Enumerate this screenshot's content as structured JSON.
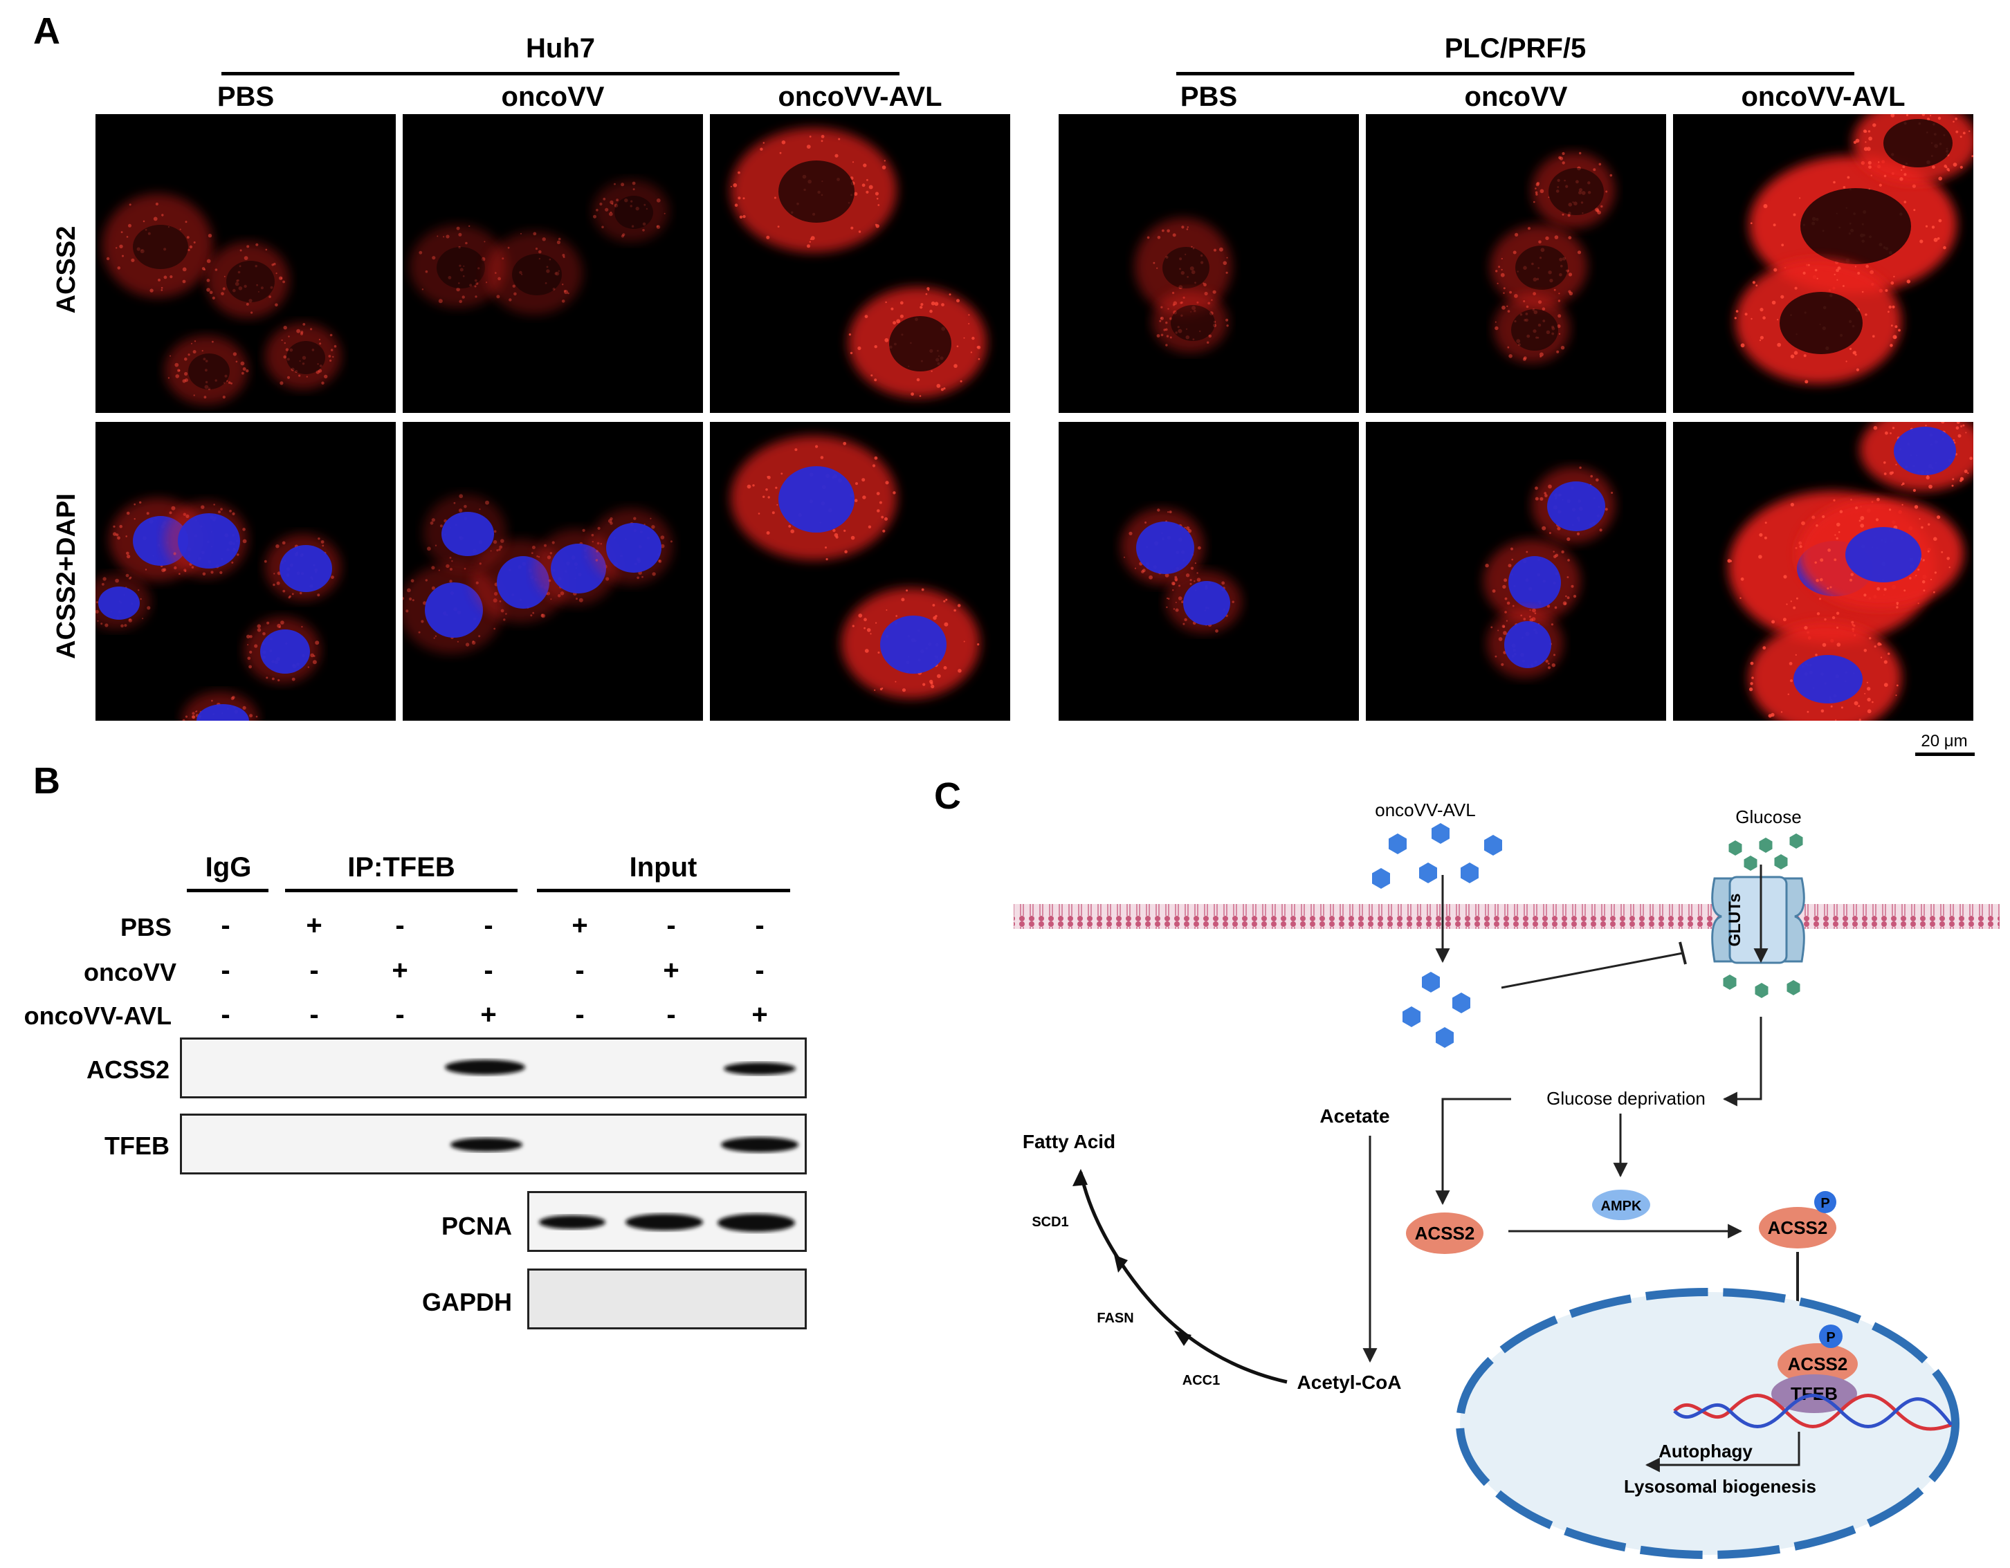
{
  "panels": {
    "a": "A",
    "b": "B",
    "c": "C"
  },
  "panel_a": {
    "groups": [
      {
        "name": "Huh7",
        "conditions": [
          "PBS",
          "oncoVV",
          "oncoVV-AVL"
        ]
      },
      {
        "name": "PLC/PRF/5",
        "conditions": [
          "PBS",
          "oncoVV",
          "oncoVV-AVL"
        ]
      }
    ],
    "row_labels": [
      "ACSS2",
      "ACSS2+DAPI"
    ],
    "scale_bar": "20 μm",
    "colors": {
      "acss2": "#e8241c",
      "dapi": "#2a2bd6",
      "background": "#000000"
    }
  },
  "panel_b": {
    "headers": {
      "igg": "IgG",
      "ip": "IP:TFEB",
      "input": "Input"
    },
    "conditions": [
      {
        "label": "PBS",
        "signs": [
          "-",
          "+",
          "-",
          "-",
          "+",
          "-",
          "-"
        ]
      },
      {
        "label": "oncoVV",
        "signs": [
          "-",
          "-",
          "+",
          "-",
          "-",
          "+",
          "-"
        ]
      },
      {
        "label": "oncoVV-AVL",
        "signs": [
          "-",
          "-",
          "-",
          "+",
          "-",
          "-",
          "+"
        ]
      }
    ],
    "blots": [
      "ACSS2",
      "TFEB",
      "PCNA",
      "GAPDH"
    ]
  },
  "panel_c": {
    "oncovv_label": "oncoVV-AVL",
    "glucose_label": "Glucose",
    "gluts_label": "GLUTs",
    "glucose_deprivation": "Glucose deprivation",
    "acetate": "Acetate",
    "fatty_acid": "Fatty Acid",
    "scd1": "SCD1",
    "fasn": "FASN",
    "acc1": "ACC1",
    "acetyl_coa": "Acetyl-CoA",
    "acss2": "ACSS2",
    "ampk": "AMPK",
    "acss2_p": "ACSS2",
    "p_label": "P",
    "nucleus_acss2": "ACSS2",
    "tfeb": "TFEB",
    "nucleus_p": "P",
    "autophagy": "Autophagy",
    "lysosomal": "Lysosomal biogenesis",
    "colors": {
      "virus": "#3d7fe0",
      "glucose": "#4a9a7a",
      "membrane": "#c7587a",
      "acss2": "#e8876f",
      "ampk": "#8ab8ee",
      "tfeb": "#9d7fb0",
      "nucleus_fill": "#e6f0f7",
      "nucleus_border": "#2e6fb5"
    }
  }
}
